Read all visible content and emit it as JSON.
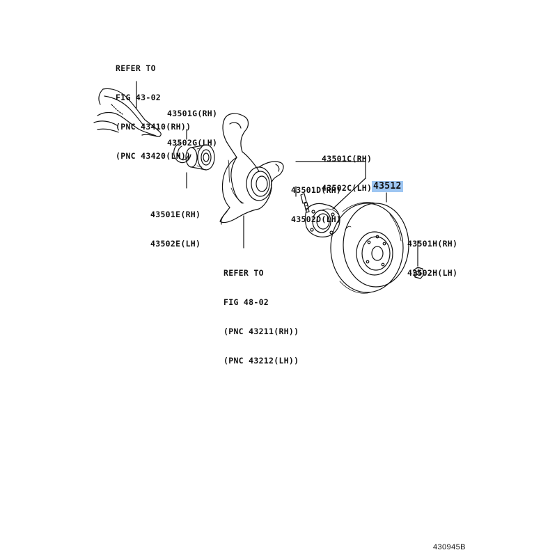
{
  "labels": {
    "refer_43": [
      "REFER TO",
      "FIG 43-02",
      "(PNC 43410(RH))",
      "(PNC 43420(LH))"
    ],
    "bearing_g": [
      "43501G(RH)",
      "43502G(LH)"
    ],
    "bearing_e": [
      "43501E(RH)",
      "43502E(LH)"
    ],
    "refer_48": [
      "REFER TO",
      "FIG 48-02",
      "(PNC 43211(RH))",
      "(PNC 43212(LH))"
    ],
    "hub_c": [
      "43501C(RH)",
      "43502C(LH)"
    ],
    "bolt_d": [
      "43501D(RH)",
      "43502D(LH)"
    ],
    "rotor": "43512",
    "nut_h": [
      "43501H(RH)",
      "43502H(LH)"
    ],
    "figure_ref": "430945B"
  },
  "colors": {
    "highlight": "#9ec6f2",
    "ink": "#111111"
  }
}
